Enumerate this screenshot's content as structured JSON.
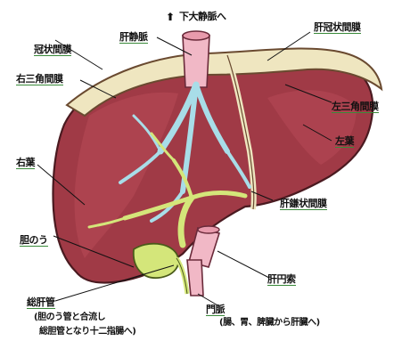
{
  "labels": {
    "ivc_to": "下大静脈へ",
    "hepatic_vein": "肝静脈",
    "left_triangular_lig_top": "肝冠状間膜",
    "coronary_lig": "冠状間膜",
    "right_triangular_lig": "右三角間膜",
    "left_triangular_lig": "左三角間膜",
    "left_lobe": "左葉",
    "right_lobe": "右葉",
    "falciform_lig": "肝鎌状間膜",
    "gallbladder": "胆のう",
    "round_lig": "肝円索",
    "common_bile_duct": "総肝管",
    "common_bile_duct_note1": "(胆のう管と合流し",
    "common_bile_duct_note2": "総胆管となり十二指腸へ)",
    "portal_vein": "門脈",
    "portal_vein_note": "(腸、胃、脾臓から肝臓へ)"
  },
  "icons": {
    "arrow": "up-arrow-icon"
  }
}
